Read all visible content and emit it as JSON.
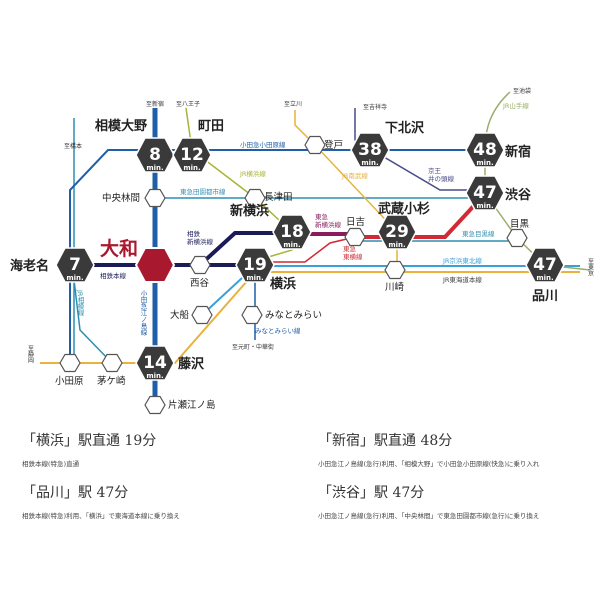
{
  "colors": {
    "hex": "#3a3a3a",
    "yamato": "#a8182e",
    "odakyu": "#1f5ea8",
    "sotetsu": "#1c1b5a",
    "toyoko": "#d12a33",
    "denentoshi": "#2f8fb0",
    "yokohama_line": "#a8b436",
    "jr_yellow": "#e8b23c",
    "keihin": "#3aa0d8",
    "yamanote": "#9aae6b",
    "inokashira": "#4a4a8a",
    "shinyoko": "#8a1c5e"
  },
  "stations": {
    "yamato": "大和",
    "yamato_line": "相鉄本線",
    "sagamiono": {
      "name": "相模大野",
      "min": "8"
    },
    "machida": {
      "name": "町田",
      "min": "12"
    },
    "shimokitazawa": {
      "name": "下北沢",
      "min": "38"
    },
    "shinjuku": {
      "name": "新宿",
      "min": "48"
    },
    "shibuya": {
      "name": "渋谷",
      "min": "47"
    },
    "shinyokohama": {
      "name": "新横浜",
      "min": "18"
    },
    "musashikosugi": {
      "name": "武蔵小杉",
      "min": "29"
    },
    "ebina": {
      "name": "海老名",
      "min": "7"
    },
    "yokohama": {
      "name": "横浜",
      "min": "19"
    },
    "shinagawa": {
      "name": "品川",
      "min": "47"
    },
    "fujisawa": {
      "name": "藤沢",
      "min": "14"
    },
    "noborito": "登戸",
    "chuorinkan": "中央林間",
    "nagatsuta": "長津田",
    "hiyoshi": "日吉",
    "meguro": "目黒",
    "nishiya": "西谷",
    "kawasaki": "川崎",
    "ofuna": "大船",
    "minatomirai": "みなとみらい",
    "odawara": "小田原",
    "chigasaki": "茅ケ崎",
    "katase": "片瀬江ノ島"
  },
  "min_label": "min.",
  "directions": {
    "shinjuku": "至新宿",
    "hachioji": "至八王子",
    "tachikawa": "至立川",
    "kichijoji": "至吉祥寺",
    "ikebukuro": "至池袋",
    "hashimoto": "至橋本",
    "shizuoka": "至静岡",
    "motomachi": "至元町・中華街",
    "tokyo": "至東京"
  },
  "lines": {
    "odakyu_odawara": "小田急小田原線",
    "yokohama": "JR横浜線",
    "denentoshi": "東急田園都市線",
    "nambu": "JR南武線",
    "inokashira": "京王\n井の頭線",
    "inokashira_1": "京王",
    "inokashira_2": "井の頭線",
    "yamanote": "JR山手線",
    "sotetsu_shinyoko_1": "相鉄",
    "sotetsu_shinyoko_2": "新横浜線",
    "tokyu_shinyoko_1": "東急",
    "tokyu_shinyoko_2": "新横浜線",
    "toyoko_1": "東急",
    "toyoko_2": "東横線",
    "meguro": "東急目黒線",
    "keihin": "JR京浜東北線",
    "tokaido": "JR東海道本線",
    "sagami": "JR相模線",
    "enoshima": "小田急江ノ島線",
    "minatomirai": "みなとみらい線"
  },
  "notes": [
    {
      "title": "「横浜」駅直通 19分",
      "desc": "相鉄本線(特急)直通"
    },
    {
      "title": "「新宿」駅直通 48分",
      "desc": "小田急江ノ島線(急行)利用、「相模大野」で小田急小田原線(快急)に乗り入れ"
    },
    {
      "title": "「品川」駅 47分",
      "desc": "相鉄本線(特急)利用、「横浜」で東海道本線に乗り換え"
    },
    {
      "title": "「渋谷」駅 47分",
      "desc": "小田急江ノ島線(急行)利用、「中央林間」で東急田園都市線(急行)に乗り換え"
    }
  ]
}
